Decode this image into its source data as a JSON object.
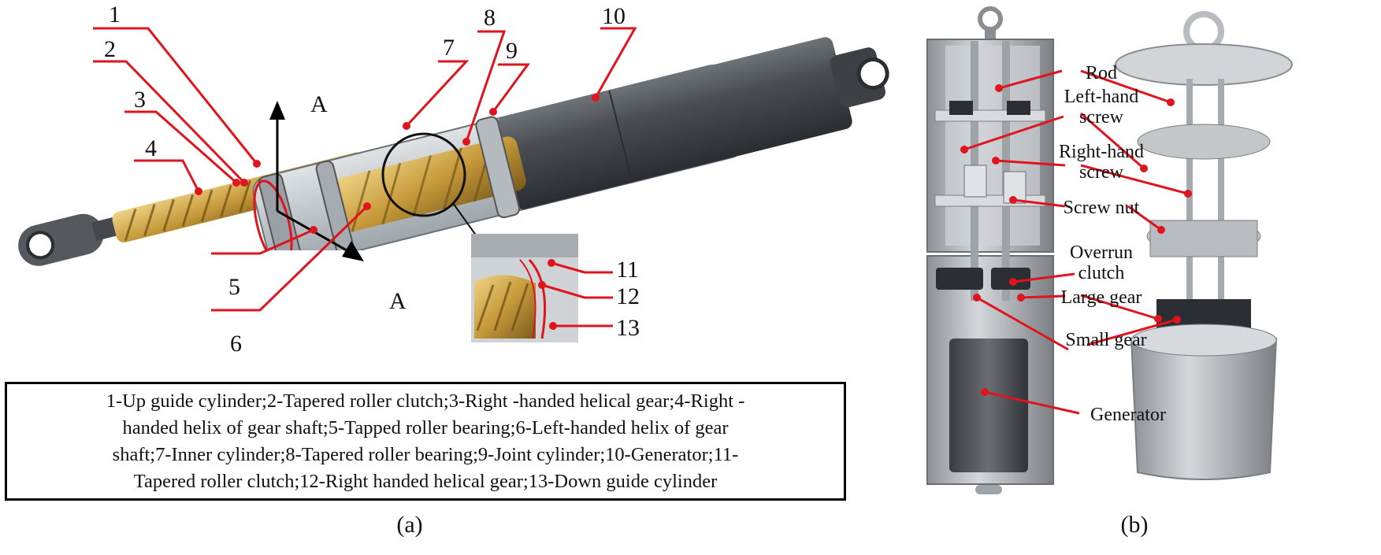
{
  "panel_a": {
    "part_numbers": [
      "1",
      "2",
      "3",
      "4",
      "5",
      "6",
      "7",
      "8",
      "9",
      "10",
      "11",
      "12",
      "13"
    ],
    "section_marks": [
      "A",
      "A"
    ],
    "legend_lines": [
      "1-Up guide cylinder;2-Tapered roller clutch;3-Right -handed helical gear;4-Right -",
      "handed helix of gear shaft;5-Tapped roller bearing;6-Left-handed helix of gear",
      "shaft;7-Inner cylinder;8-Tapered roller bearing;9-Joint cylinder;10-Generator;11-",
      "Tapered roller clutch;12-Right handed helical gear;13-Down guide cylinder"
    ],
    "caption": "(a)"
  },
  "panel_b": {
    "labels": [
      [
        "Rod"
      ],
      [
        "Left-hand",
        "screw"
      ],
      [
        "Right-hand",
        "screw"
      ],
      [
        "Screw nut"
      ],
      [
        "Overrun",
        "clutch"
      ],
      [
        "Large gear"
      ],
      [
        "Small gear"
      ],
      [
        "Generator"
      ]
    ],
    "caption": "(b)"
  },
  "colors": {
    "callout": "#e0141c",
    "cylinder": "#505459",
    "gear": "#c8a040",
    "aluminum": "#b9bcc0"
  }
}
